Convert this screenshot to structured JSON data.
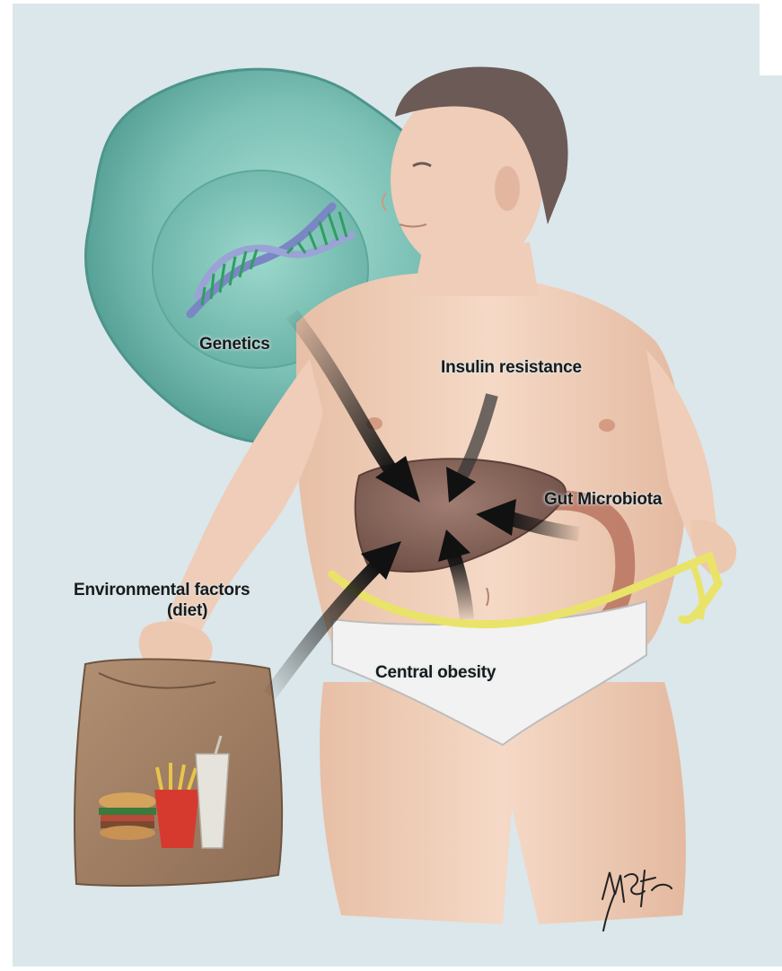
{
  "diagram": {
    "labels": {
      "genetics": "Genetics",
      "insulin_resistance": "Insulin resistance",
      "gut_microbiota": "Gut Microbiota",
      "environmental_line1": "Environmental factors",
      "environmental_line2": "(diet)",
      "central_obesity": "Central obesity"
    },
    "signature_text": "MGOFC",
    "colors": {
      "background": "#dbe7ea",
      "cell": "#79bcb3",
      "dna_backbone": "#7b86c4",
      "dna_rungs": "#2e9f61",
      "skin": "#efcdb8",
      "liver": "#8a665c",
      "arrow": "#111111",
      "tape": "#e9e36a",
      "bag": "#a8876a"
    }
  }
}
